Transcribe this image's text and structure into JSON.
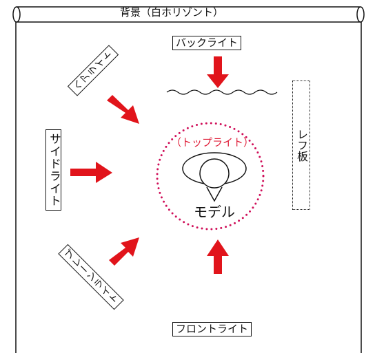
{
  "backdrop": {
    "label": "背景（白ホリゾント）"
  },
  "lights": {
    "back": "バックライト",
    "hair": "ヘアライト",
    "side": "サイドライト",
    "plane": "プレーンライト",
    "front": "フロントライト",
    "top": "（トップライト）"
  },
  "reflector": {
    "label": "レフ板"
  },
  "model": {
    "label": "モデル"
  },
  "colors": {
    "arrow": "#e1141b",
    "circle": "#d0105a",
    "top_text": "#e0203a",
    "line": "#111111"
  }
}
